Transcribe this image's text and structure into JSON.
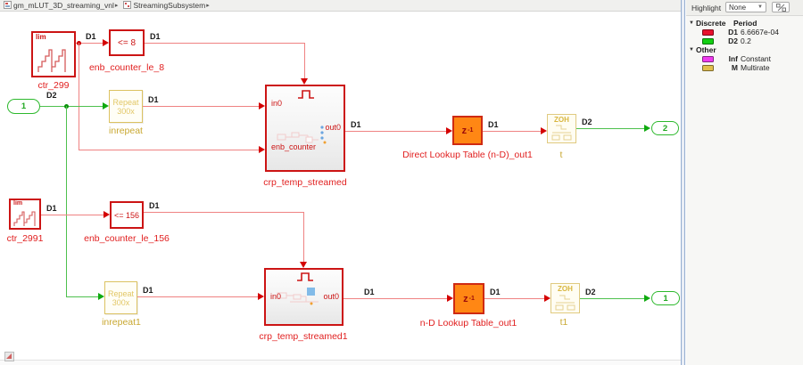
{
  "breadcrumb": {
    "separator": "▸",
    "items": [
      {
        "label": "gm_mLUT_3D_streaming_vnl"
      },
      {
        "label": "StreamingSubsystem"
      }
    ]
  },
  "legend_panel": {
    "highlight_label": "Highlight",
    "highlight_value": "None",
    "groups": [
      {
        "name": "Discrete",
        "col_header": "Period",
        "rows": [
          {
            "swatch_color": "#e8112d",
            "key": "D1",
            "value": "6.6667e-04"
          },
          {
            "swatch_color": "#12ce12",
            "key": "D2",
            "value": "0.2"
          }
        ]
      },
      {
        "name": "Other",
        "col_header": "",
        "rows": [
          {
            "swatch_color": "#ee3bee",
            "key": "Inf",
            "value": "Constant"
          },
          {
            "swatch_color": "#e2bf4d",
            "key": "M",
            "value": "Multirate"
          }
        ]
      }
    ]
  },
  "diagram": {
    "wire_labels": {
      "d1": "D1",
      "d2": "D2"
    },
    "input_port": "1",
    "output_port_top": "2",
    "output_port_bottom": "1",
    "top": {
      "counter": {
        "name": "ctr_299",
        "badge": "lim"
      },
      "compare": {
        "name": "enb_counter_le_8",
        "text": "<= 8"
      },
      "repeat": {
        "name": "inrepeat",
        "text_line1": "Repeat",
        "text_line2": "300x"
      },
      "subsystem": {
        "name": "crp_temp_streamed",
        "port_in": "in0",
        "port_enb": "enb_counter",
        "port_out": "out0"
      },
      "delay": {
        "name": "Direct Lookup Table (n-D)_out1",
        "base": "z",
        "exp": "-1"
      },
      "zoh": {
        "name": "t",
        "text": "ZOH"
      }
    },
    "bottom": {
      "counter": {
        "name": "ctr_2991",
        "badge": "lim"
      },
      "compare": {
        "name": "enb_counter_le_156",
        "text": "<= 156"
      },
      "repeat": {
        "name": "inrepeat1",
        "text_line1": "Repeat",
        "text_line2": "300x"
      },
      "subsystem": {
        "name": "crp_temp_streamed1",
        "port_in": "in0",
        "port_out": "out0"
      },
      "delay": {
        "name": "n-D Lookup Table_out1",
        "base": "z",
        "exp": "-1"
      },
      "zoh": {
        "name": "t1",
        "text": "ZOH"
      }
    },
    "colors": {
      "signal_red": "#ef8282",
      "arrow_red": "#d40000",
      "block_red": "#cc1414",
      "signal_green": "#4ec14e",
      "port_green": "#2db92d",
      "yellow_border": "#dcc261",
      "yellow_text": "#c9a832",
      "orange_fill": "#ff8714"
    }
  }
}
